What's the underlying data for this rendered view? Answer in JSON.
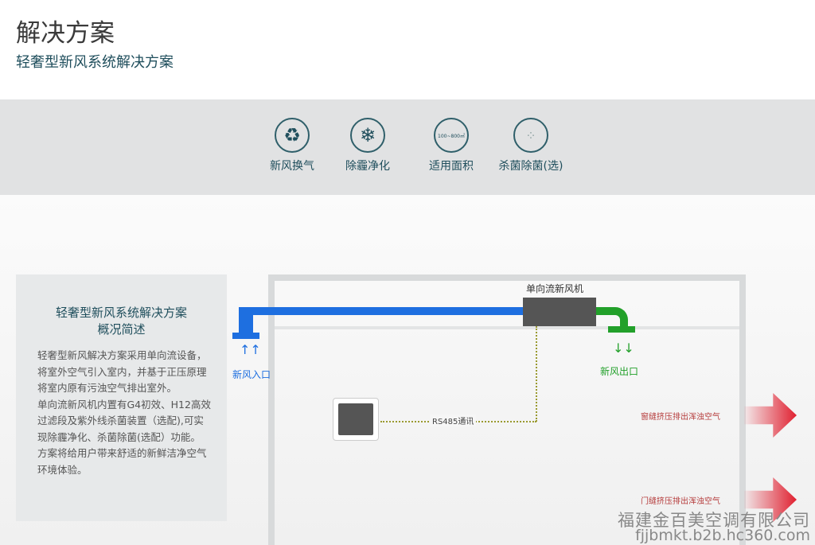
{
  "header": {
    "title": "解决方案",
    "subtitle": "轻奢型新风系统解决方案"
  },
  "features": [
    {
      "icon": "recycle-icon",
      "label": "新风换气"
    },
    {
      "icon": "snowflake-icon",
      "label": "除霾净化"
    },
    {
      "icon": "area-icon",
      "icon_text": "100~800㎡",
      "label": "适用面积"
    },
    {
      "icon": "bacteria-icon",
      "label": "杀菌除菌(选)"
    }
  ],
  "panel": {
    "title_line1": "轻奢型新风系统解决方案",
    "title_line2": "概况简述",
    "paragraphs": [
      "轻奢型新风解决方案采用单向流设备，将室外空气引入室内，并基于正压原理将室内原有污浊空气排出室外。",
      "单向流新风机内置有G4初效、H12高效过滤段及紫外线杀菌装置（选配),可实现除霾净化、杀菌除菌(选配）功能。",
      "方案将给用户带来舒适的新鲜洁净空气环境体验。"
    ]
  },
  "diagram": {
    "unit_label": "单向流新风机",
    "inlet_label": "新风入口",
    "outlet_label": "新风出口",
    "comm_label": "RS485通讯",
    "exhaust_window": "窗缝挤压排出浑浊空气",
    "exhaust_door": "门缝挤压排出浑浊空气",
    "inlet_arrows": "↑↑",
    "outlet_arrows": "↓↓"
  },
  "watermark": {
    "company": "福建金百美空调有限公司",
    "url": "fjjbmkt.b2b.hc360.com"
  }
}
